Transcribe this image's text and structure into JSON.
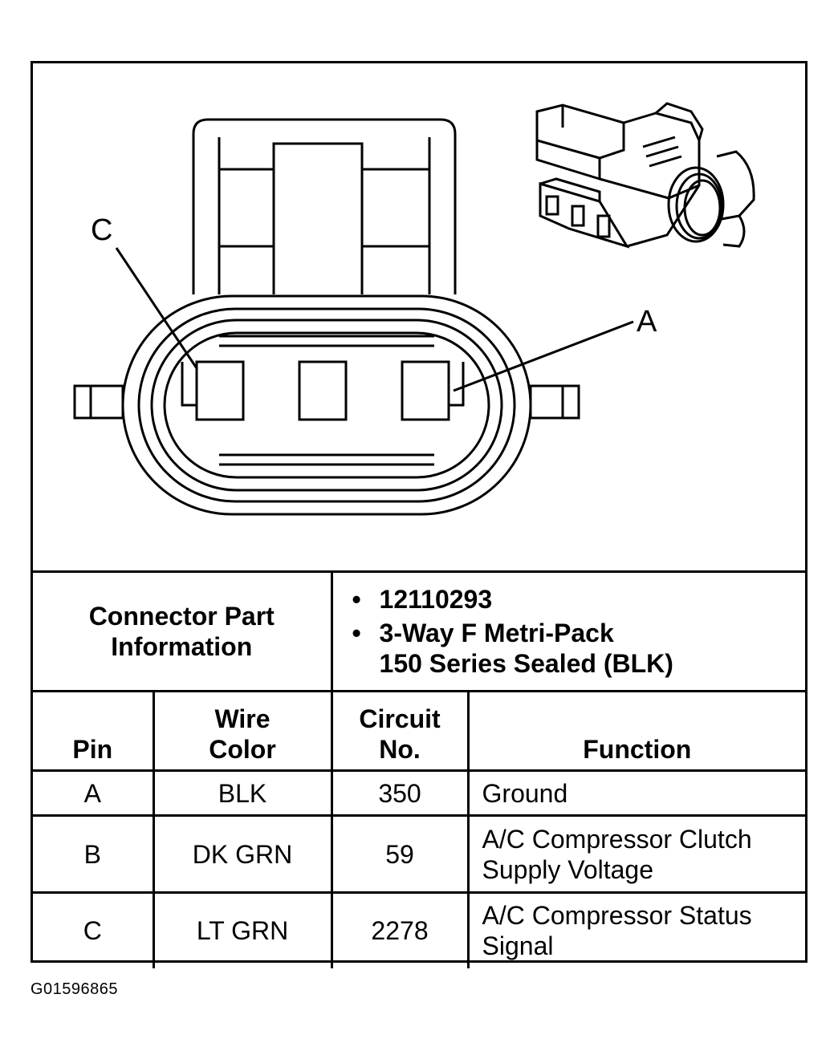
{
  "diagram": {
    "callouts": {
      "pin_c": "C",
      "pin_a": "A"
    }
  },
  "connector_info": {
    "label": "Connector Part Information",
    "items": [
      "12110293",
      "3-Way F Metri-Pack",
      "150 Series Sealed (BLK)"
    ]
  },
  "pin_table": {
    "headers": {
      "pin": "Pin",
      "wire_line1": "Wire",
      "wire_line2": "Color",
      "circuit_line1": "Circuit",
      "circuit_line2": "No.",
      "function": "Function"
    },
    "rows": [
      {
        "pin": "A",
        "wire": "BLK",
        "circuit": "350",
        "function_l1": "Ground",
        "function_l2": ""
      },
      {
        "pin": "B",
        "wire": "DK GRN",
        "circuit": "59",
        "function_l1": "A/C Compressor Clutch",
        "function_l2": "Supply Voltage"
      },
      {
        "pin": "C",
        "wire": "LT GRN",
        "circuit": "2278",
        "function_l1": "A/C Compressor Status",
        "function_l2": "Signal"
      }
    ]
  },
  "figure_id": "G01596865"
}
